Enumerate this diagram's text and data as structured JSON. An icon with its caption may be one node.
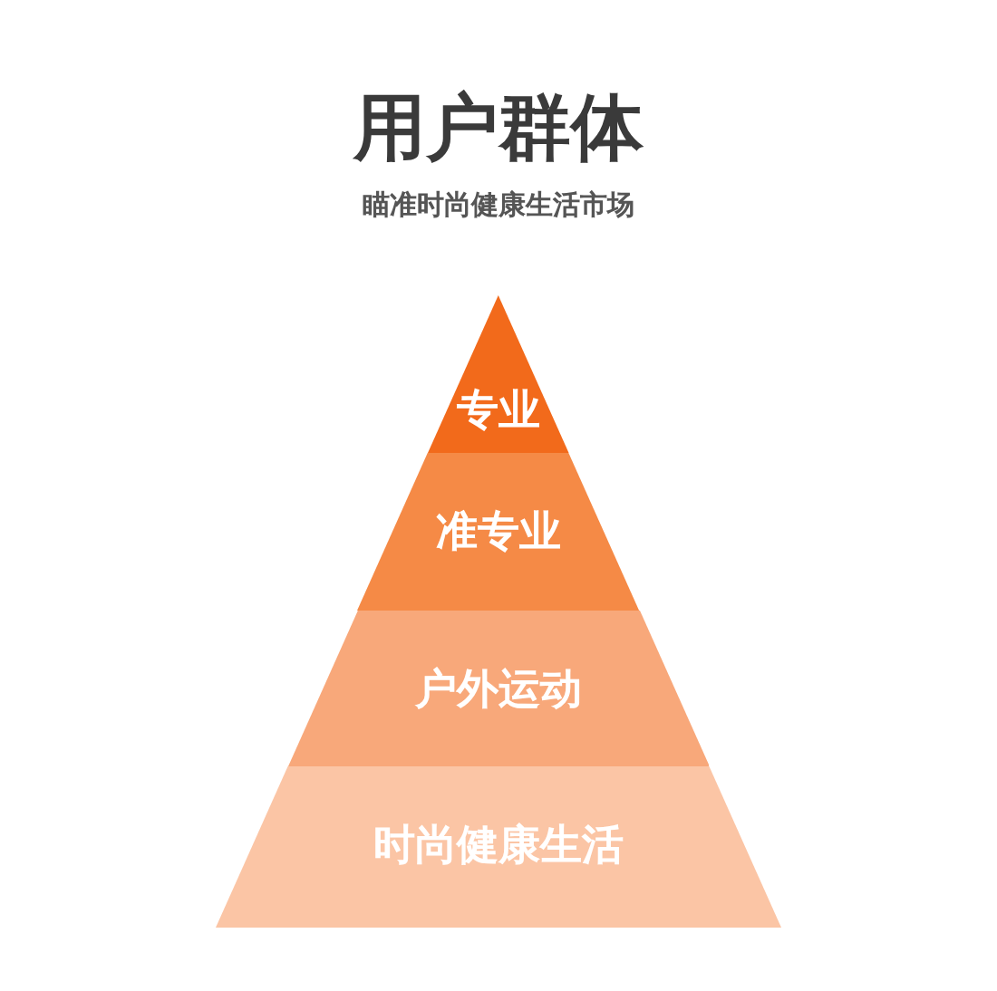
{
  "diagram": {
    "title": "用户群体",
    "nodes": [
      {
        "text": [
          "专业"
        ]
      },
      {
        "text": [
          "准专业"
        ]
      },
      {
        "text": [
          "户外运动"
        ]
      },
      {
        "text": [
          "时尚健康生活"
        ]
      }
    ],
    "labels": [
      "瞄准时尚健康生活市场"
    ]
  }
}
